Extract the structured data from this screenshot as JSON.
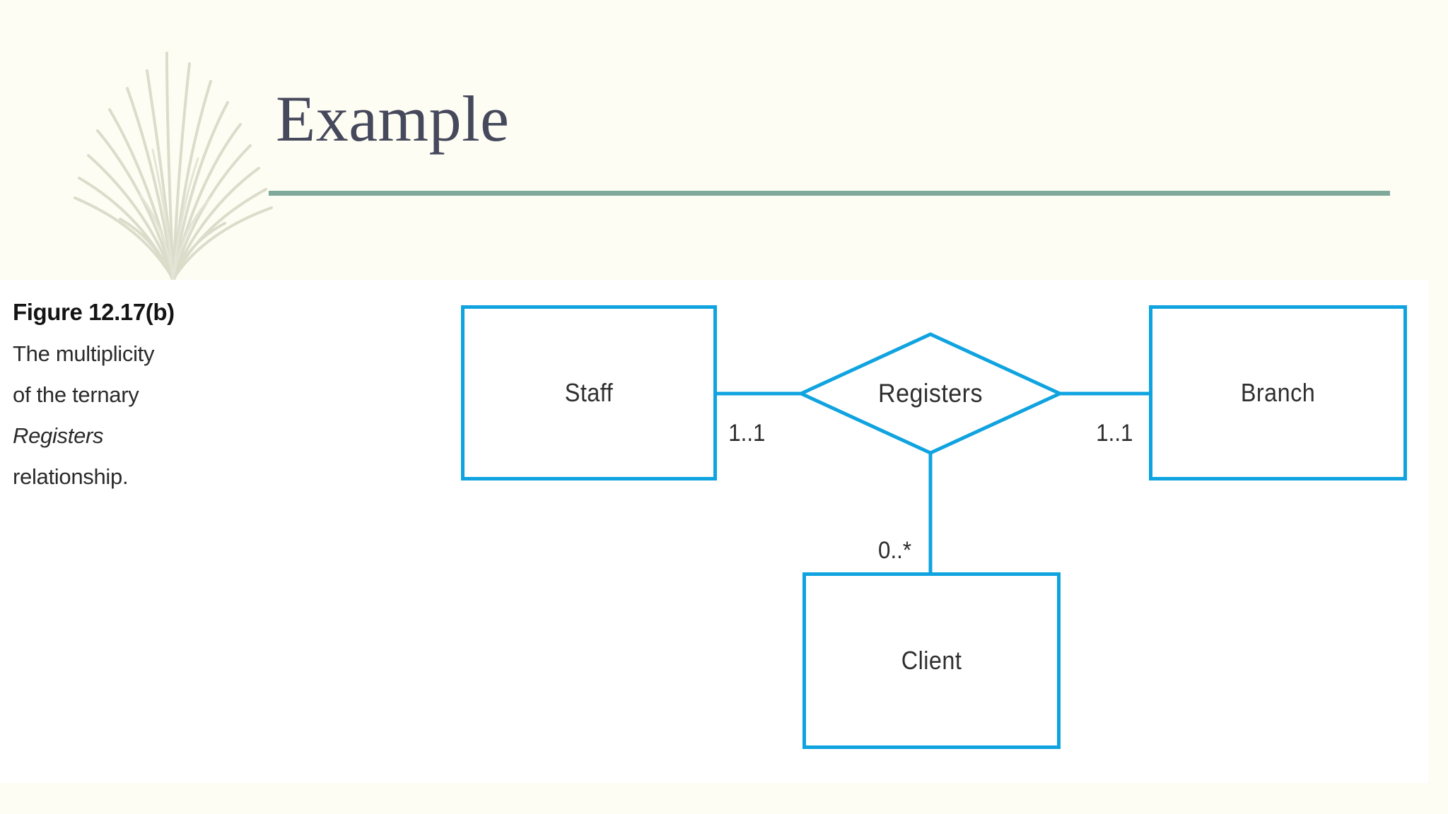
{
  "slide": {
    "background_color": "#fdfdf3",
    "panel_color": "#ffffff",
    "title": "Example",
    "title_color": "#46485c",
    "rule_color": "#7fa99b"
  },
  "caption": {
    "heading": "Figure 12.17(b)",
    "lines": [
      {
        "text": "The multiplicity",
        "italic": false
      },
      {
        "text": "of the ternary",
        "italic": false
      },
      {
        "text": "Registers",
        "italic": true
      },
      {
        "text": "relationship.",
        "italic": false
      }
    ]
  },
  "diagram": {
    "type": "er-diagram",
    "accent_color": "#0fa3e0",
    "entities": [
      {
        "id": "staff",
        "label": "Staff"
      },
      {
        "id": "branch",
        "label": "Branch"
      },
      {
        "id": "client",
        "label": "Client"
      }
    ],
    "relationship": {
      "id": "registers",
      "label": "Registers",
      "shape": "diamond"
    },
    "multiplicities": [
      {
        "id": "staff-multiplicity",
        "value": "1..1",
        "entity": "Staff"
      },
      {
        "id": "branch-multiplicity",
        "value": "1..1",
        "entity": "Branch"
      },
      {
        "id": "client-multiplicity",
        "value": "0..*",
        "entity": "Client"
      }
    ]
  }
}
